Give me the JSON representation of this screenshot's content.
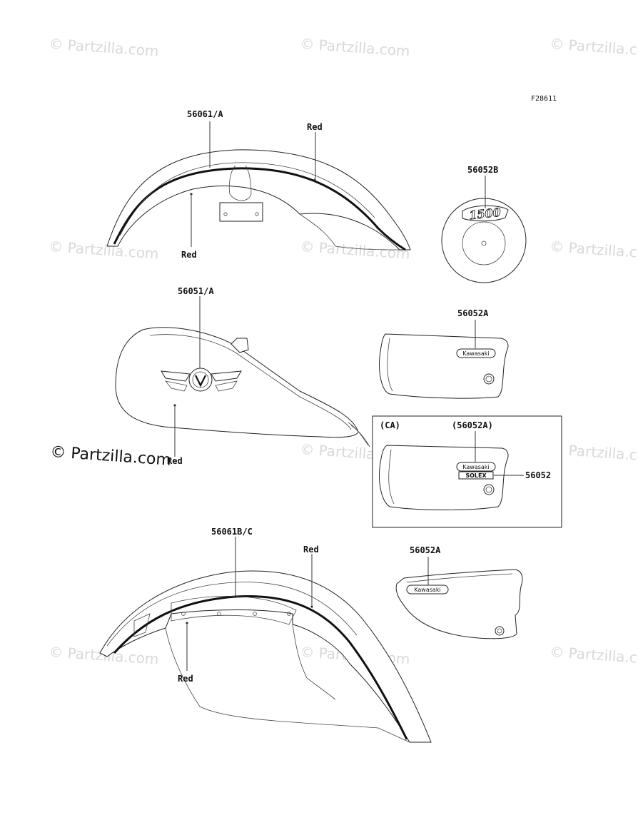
{
  "figure_id": "F28611",
  "watermark": "© Partzilla.com",
  "callouts": {
    "front_fender": "56061/A",
    "front_fender_color_top": "Red",
    "front_fender_color_bottom": "Red",
    "emblem_1500": "56052B",
    "emblem_1500_text": "1500",
    "tank": "56051/A",
    "tank_color": "Red",
    "side_cover_top": "56052A",
    "ca_region": "(CA)",
    "ca_part": "(56052A)",
    "ca_extra": "56052",
    "rear_fender": "56061B/C",
    "rear_fender_color_top": "Red",
    "rear_fender_color_bottom": "Red",
    "side_cover_bottom": "56052A"
  },
  "badge_text": "Kawasaki",
  "ca_badge_text": "SOLEX",
  "colors": {
    "watermark": "#d9d9d9",
    "line": "#222222"
  }
}
